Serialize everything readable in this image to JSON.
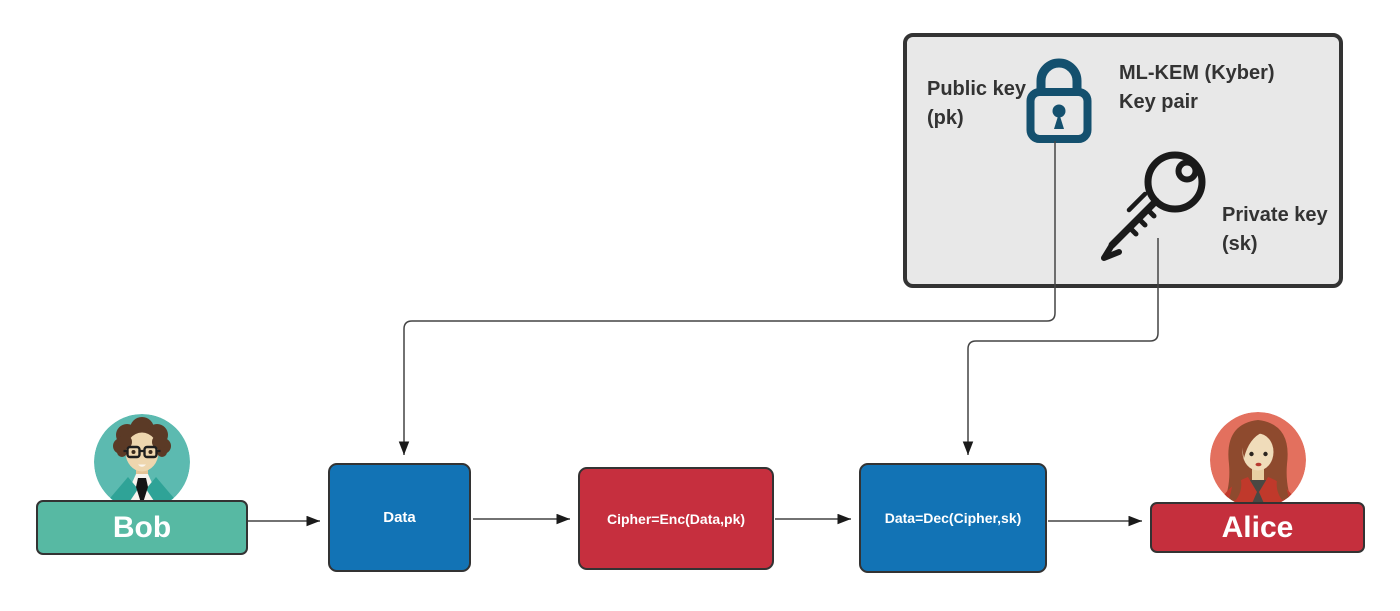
{
  "keypair_panel": {
    "public_key_label": "Public key (pk)",
    "title": "ML-KEM (Kyber) Key pair",
    "private_key_label": "Private key (sk)",
    "background_color": "#e8e8e8",
    "border_color": "#333333",
    "lock_icon_color": "#14506e",
    "key_icon_color": "#1a1a1a"
  },
  "actors": {
    "sender": {
      "name": "Bob",
      "box_color": "#57b9a3"
    },
    "receiver": {
      "name": "Alice",
      "box_color": "#c52f3d"
    }
  },
  "nodes": {
    "data": {
      "label": "Data",
      "color": "#1273b5"
    },
    "encrypt": {
      "label": "Cipher=Enc(Data,pk)",
      "color": "#c62f3e"
    },
    "decrypt": {
      "label": "Data=Dec(Cipher,sk)",
      "color": "#1273b5"
    }
  },
  "connectors": {
    "line_color": "#444444",
    "arrow_color": "#1a1a1a",
    "flows": [
      "Bob to Data",
      "Data to Cipher=Enc(Data,pk)",
      "Cipher=Enc(Data,pk) to Data=Dec(Cipher,sk)",
      "Data=Dec(Cipher,sk) to Alice",
      "Public key (pk) to Data",
      "Private key (sk) to Data=Dec(Cipher,sk)"
    ]
  }
}
